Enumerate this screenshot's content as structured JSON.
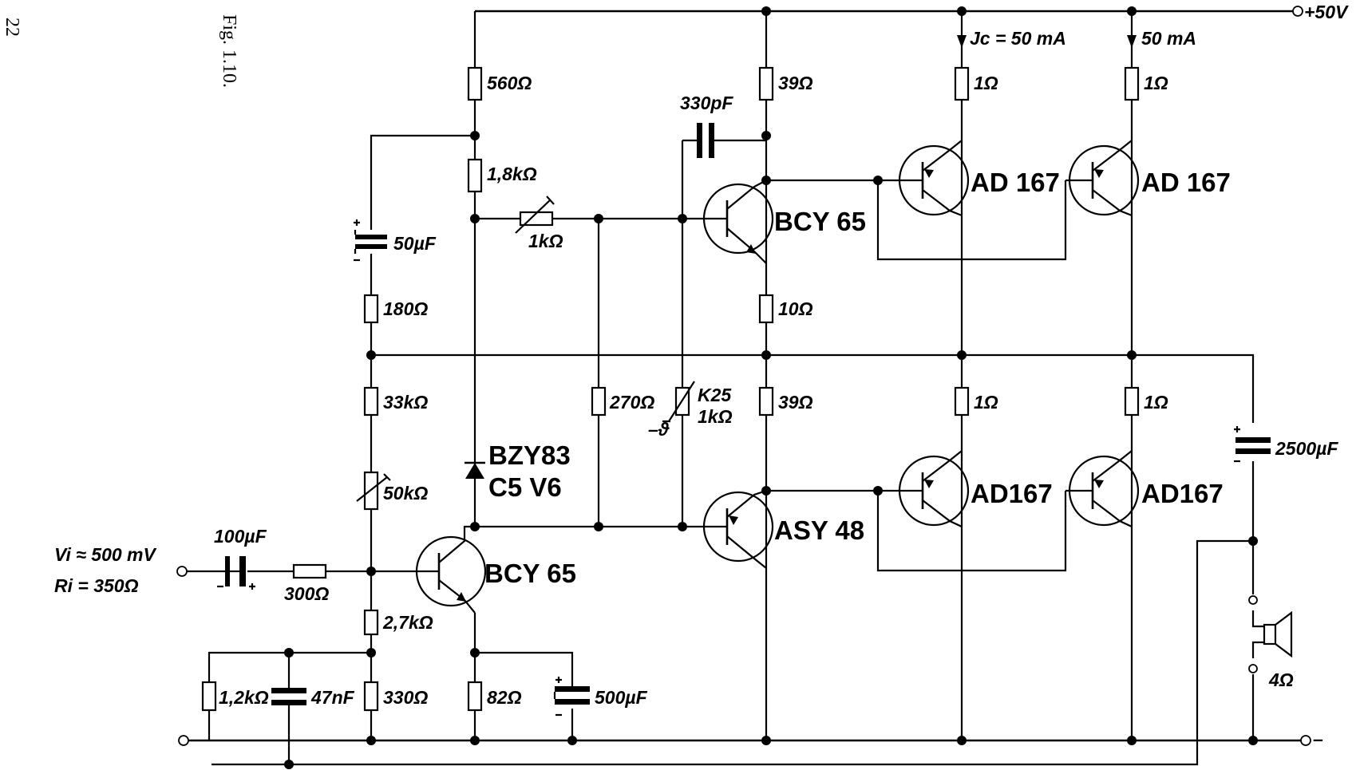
{
  "page_number": "22",
  "figure_label": "Fig. 1.10.",
  "supply": {
    "positive": "+50V",
    "negative": "–"
  },
  "input": {
    "voltage": "Vi ≈ 500 mV",
    "resistance": "Ri = 350Ω"
  },
  "currents": {
    "jc": "Jc = 50 mA",
    "second": "50 mA"
  },
  "components": {
    "r_560": "560Ω",
    "r_1k8": "1,8kΩ",
    "c_50u": "50µF",
    "r_180": "180Ω",
    "r_33k": "33kΩ",
    "r_50k": "50kΩ",
    "c_100u": "100µF",
    "r_300": "300Ω",
    "r_2k7": "2,7kΩ",
    "r_1k2": "1,2kΩ",
    "c_47n": "47nF",
    "r_330": "330Ω",
    "r_82": "82Ω",
    "c_500u": "500µF",
    "r_1k_pot": "1kΩ",
    "r_270": "270Ω",
    "ntc_name": "K25",
    "ntc_value": "1kΩ",
    "ntc_symbol": "–ϑ",
    "c_330p": "330pF",
    "r_39_top": "39Ω",
    "r_10": "10Ω",
    "r_39_bot": "39Ω",
    "r_1_a": "1Ω",
    "r_1_b": "1Ω",
    "r_1_c": "1Ω",
    "r_1_d": "1Ω",
    "c_2500u": "2500µF",
    "speaker": "4Ω"
  },
  "zener": {
    "line1": "BZY83",
    "line2": "C5    V6"
  },
  "transistors": {
    "q1": "BCY 65",
    "q2": "BCY 65",
    "q3": "ASY 48",
    "q4": "AD 167",
    "q5": "AD 167",
    "q6": "AD167",
    "q7": "AD167"
  }
}
